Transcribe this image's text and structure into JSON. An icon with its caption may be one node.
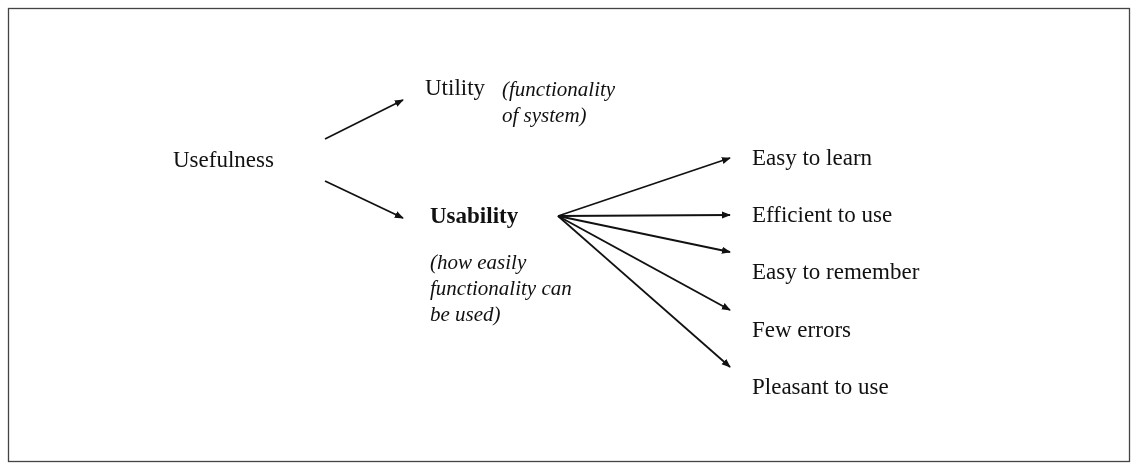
{
  "diagram": {
    "nodes": [
      {
        "text": [
          "Usefulness"
        ]
      },
      {
        "text": [
          "Utility"
        ],
        "beside": [
          "(functionality of system)"
        ]
      },
      {
        "text": [
          "Usability"
        ],
        "beside": [
          "(how easily functionality can be used)"
        ]
      },
      {
        "text": [
          "Easy to learn"
        ]
      },
      {
        "text": [
          "Efficient to use"
        ]
      },
      {
        "text": [
          "Easy to remember"
        ]
      },
      {
        "text": [
          "Few errors"
        ]
      },
      {
        "text": [
          "Pleasant to use"
        ]
      }
    ],
    "edges": [
      {
        "from": 0,
        "to": 1,
        "arrow": "to"
      },
      {
        "from": 0,
        "to": 2,
        "arrow": "to"
      },
      {
        "from": 2,
        "to": 3,
        "arrow": "to"
      },
      {
        "from": 2,
        "to": 4,
        "arrow": "to"
      },
      {
        "from": 2,
        "to": 5,
        "arrow": "to"
      },
      {
        "from": 2,
        "to": 6,
        "arrow": "to"
      },
      {
        "from": 2,
        "to": 7,
        "arrow": "to"
      }
    ]
  }
}
